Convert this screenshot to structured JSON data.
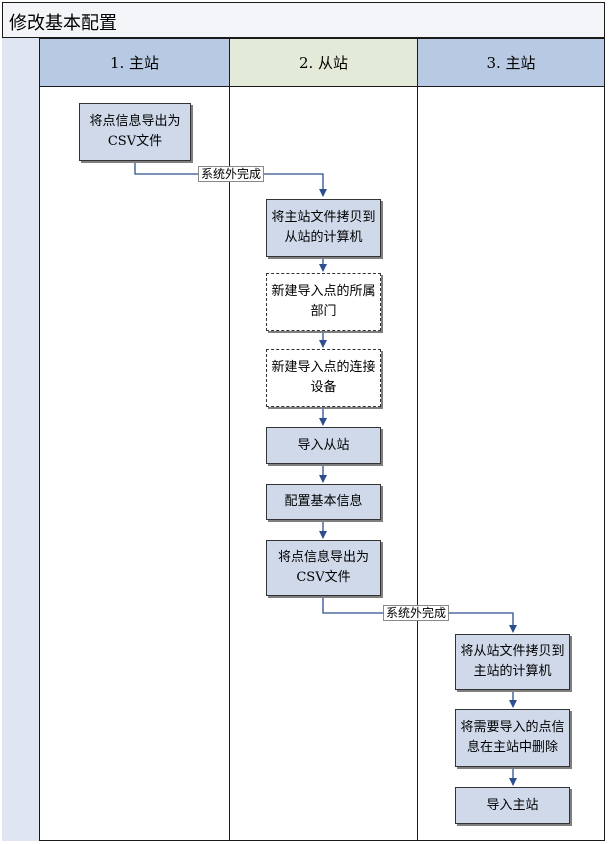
{
  "title": "修改基本配置",
  "lanes": [
    {
      "label": "1. 主站",
      "color": "#b8cae3"
    },
    {
      "label": "2. 从站",
      "color": "#e3ead8"
    },
    {
      "label": "3. 主站",
      "color": "#b8cae3"
    }
  ],
  "steps": {
    "export_points_master": "将点信息导出为\nCSV文件",
    "copy_master_files": "将主站文件拷贝到\n从站的计算机",
    "new_department": "新建导入点的所属\n部门",
    "new_device": "新建导入点的连接\n设备",
    "import_slave": "导入从站",
    "config_basic": "配置基本信息",
    "export_points_slave": "将点信息导出为\nCSV文件",
    "copy_slave_files": "将从站文件拷贝到\n主站的计算机",
    "delete_points": "将需要导入的点信\n息在主站中删除",
    "import_master": "导入主站"
  },
  "connector_labels": {
    "outside_1": "系统外完成",
    "outside_2": "系统外完成"
  }
}
